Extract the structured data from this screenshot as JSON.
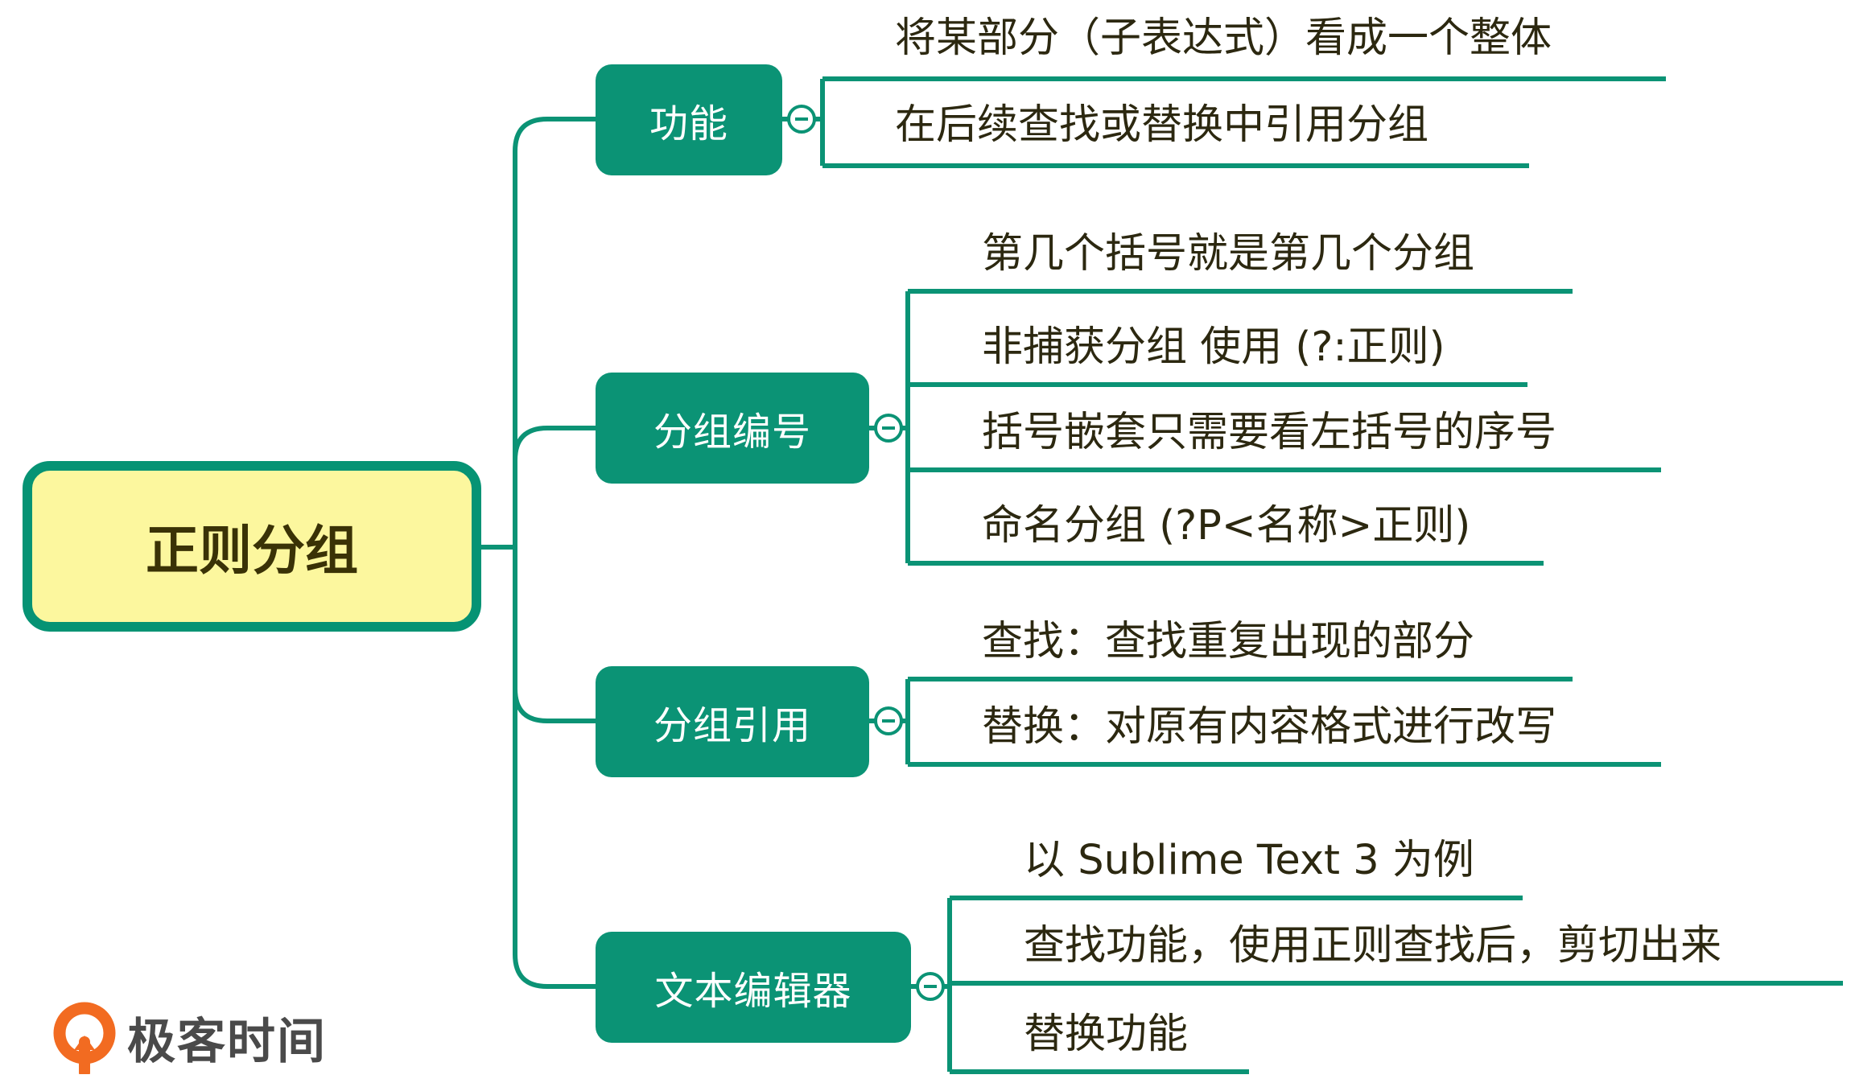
{
  "root": {
    "label": "正则分组"
  },
  "branches": [
    {
      "label": "功能",
      "leaves": [
        "将某部分（子表达式）看成一个整体",
        "在后续查找或替换中引用分组"
      ]
    },
    {
      "label": "分组编号",
      "leaves": [
        "第几个括号就是第几个分组",
        "非捕获分组 使用 (?:正则)",
        "括号嵌套只需要看左括号的序号",
        "命名分组 (?P<名称>正则)"
      ]
    },
    {
      "label": "分组引用",
      "leaves": [
        "查找：查找重复出现的部分",
        "替换：对原有内容格式进行改写"
      ]
    },
    {
      "label": "文本编辑器",
      "leaves": [
        "以 Sublime Text 3 为例",
        "查找功能，使用正则查找后，剪切出来",
        "替换功能"
      ]
    }
  ],
  "brand": {
    "name": "极客时间"
  },
  "colors": {
    "line": "#0b9375",
    "branch": "#0b9375",
    "root_fill": "#fcf79e",
    "root_border": "#069374",
    "logo": "#f26b21"
  }
}
